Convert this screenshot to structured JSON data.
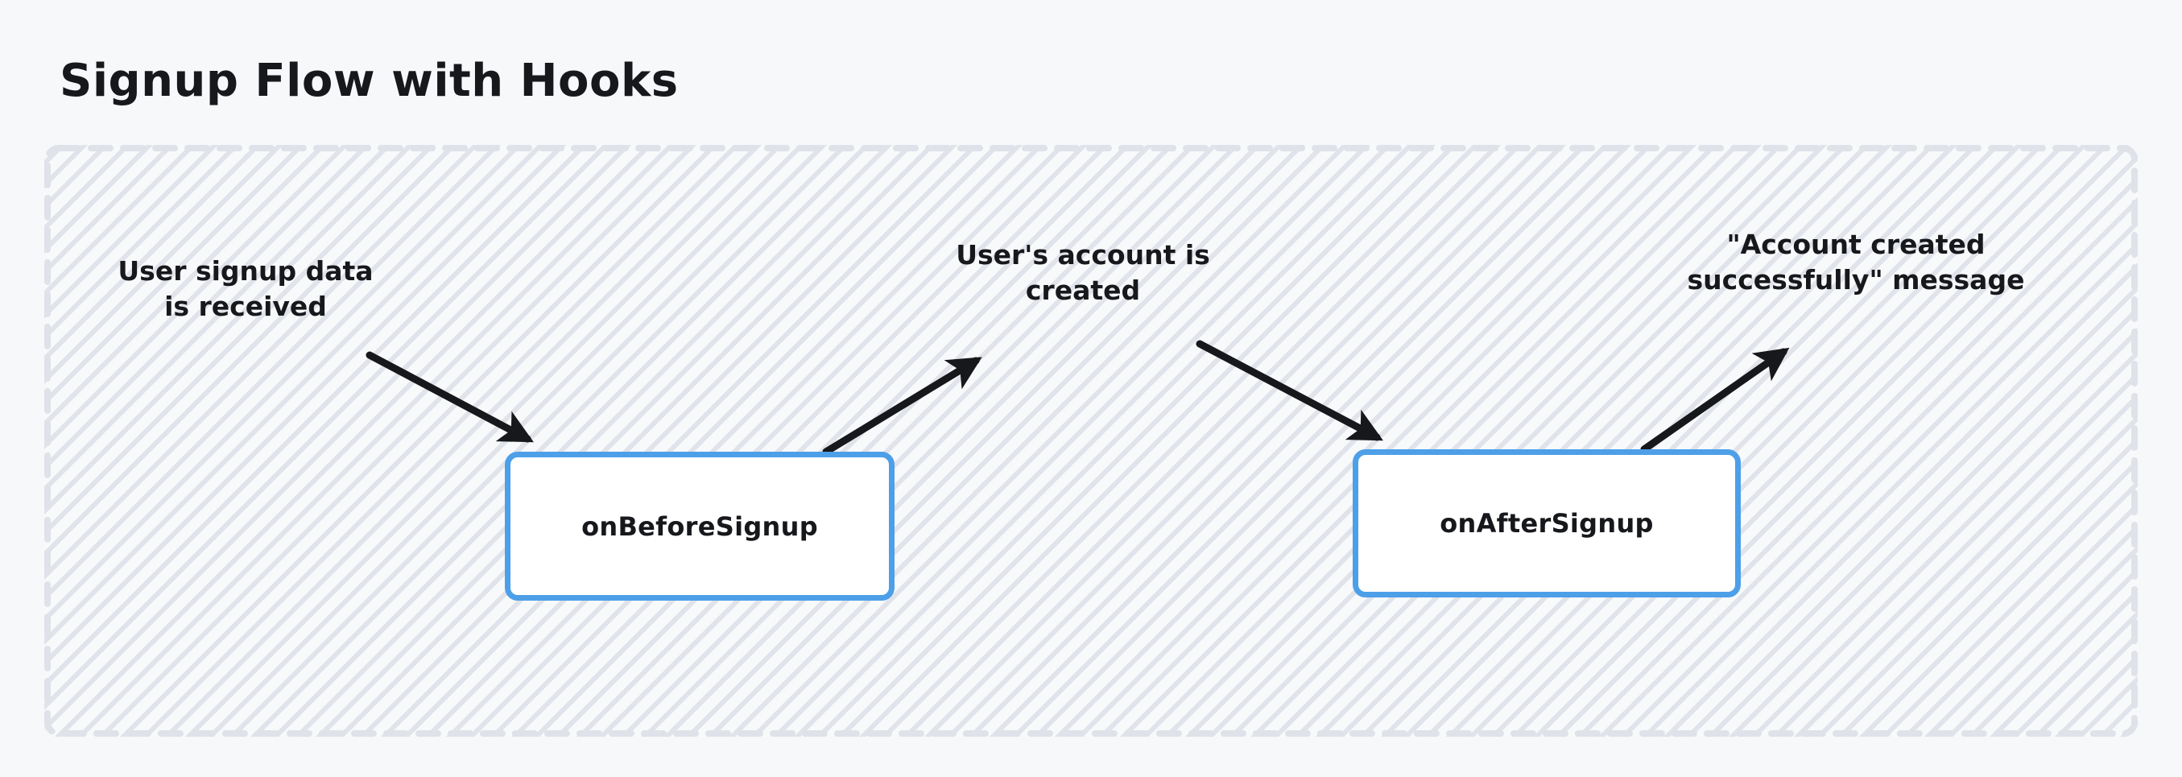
{
  "page": {
    "title": "Signup Flow with Hooks",
    "background_color": "#f7f8fa"
  },
  "group": {
    "border_color": "#dfe2e8",
    "border_style": "dashed",
    "fill_color": "#f8f9fb"
  },
  "nodes": [
    {
      "id": "on-before-signup",
      "label": "onBeforeSignup",
      "border_color": "#4d9fe8",
      "fill_color": "#ffffff"
    },
    {
      "id": "on-after-signup",
      "label": "onAfterSignup",
      "border_color": "#4d9fe8",
      "fill_color": "#ffffff"
    }
  ],
  "edge_labels": [
    {
      "id": "user-signup-data",
      "text": "User signup data\nis received"
    },
    {
      "id": "account-created",
      "text": "User's account is\ncreated"
    },
    {
      "id": "success-message",
      "text": "\"Account created\nsuccessfully\" message"
    }
  ],
  "arrows": {
    "color": "#16181c",
    "items": [
      {
        "id": "arrow-input-to-before",
        "from": "user-signup-data",
        "to": "on-before-signup"
      },
      {
        "id": "arrow-before-to-created",
        "from": "on-before-signup",
        "to": "account-created"
      },
      {
        "id": "arrow-created-to-after",
        "from": "account-created",
        "to": "on-after-signup"
      },
      {
        "id": "arrow-after-to-message",
        "from": "on-after-signup",
        "to": "success-message"
      }
    ]
  }
}
